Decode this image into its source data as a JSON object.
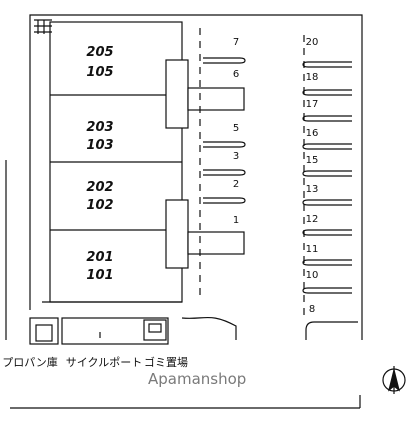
{
  "units": [
    {
      "upper": "205",
      "lower": "105"
    },
    {
      "upper": "203",
      "lower": "103"
    },
    {
      "upper": "202",
      "lower": "102"
    },
    {
      "upper": "201",
      "lower": "101"
    }
  ],
  "parking_left": [
    "7",
    "6",
    "5",
    "3",
    "2",
    "1"
  ],
  "parking_right": [
    "20",
    "18",
    "17",
    "16",
    "15",
    "13",
    "12",
    "11",
    "10",
    "8"
  ],
  "facilities": {
    "propane": "プロパン庫",
    "bicycle": "サイクルポート",
    "garbage": "ゴミ置場"
  },
  "watermark": "Apamanshop",
  "icons": {
    "north": "north-arrow-icon"
  }
}
